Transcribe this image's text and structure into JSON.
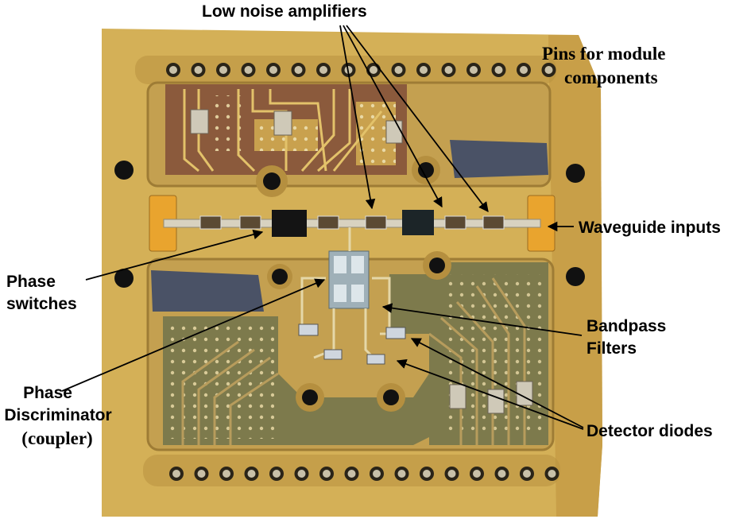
{
  "labels": {
    "low_noise_amplifiers": "Low noise amplifiers",
    "pins_line1": "Pins for module",
    "pins_line2": "components",
    "waveguide_inputs": "Waveguide inputs",
    "phase_switches_line1": "Phase",
    "phase_switches_line2": "switches",
    "bandpass_line1": "Bandpass",
    "bandpass_line2": "Filters",
    "phase_disc_line1": "Phase",
    "phase_disc_line2": "Discriminator",
    "phase_disc_line3": "(coupler)",
    "detector_diodes": "Detector diodes"
  },
  "colors": {
    "board": "#d6b35a",
    "board_dark": "#a8843a",
    "copper": "#8a5a3c",
    "gold_trace": "#e8c86a",
    "green_pcb": "#7a7a4a",
    "pin": "#c8c0a8",
    "absorber": "#4a5266",
    "arrow": "#000000"
  }
}
